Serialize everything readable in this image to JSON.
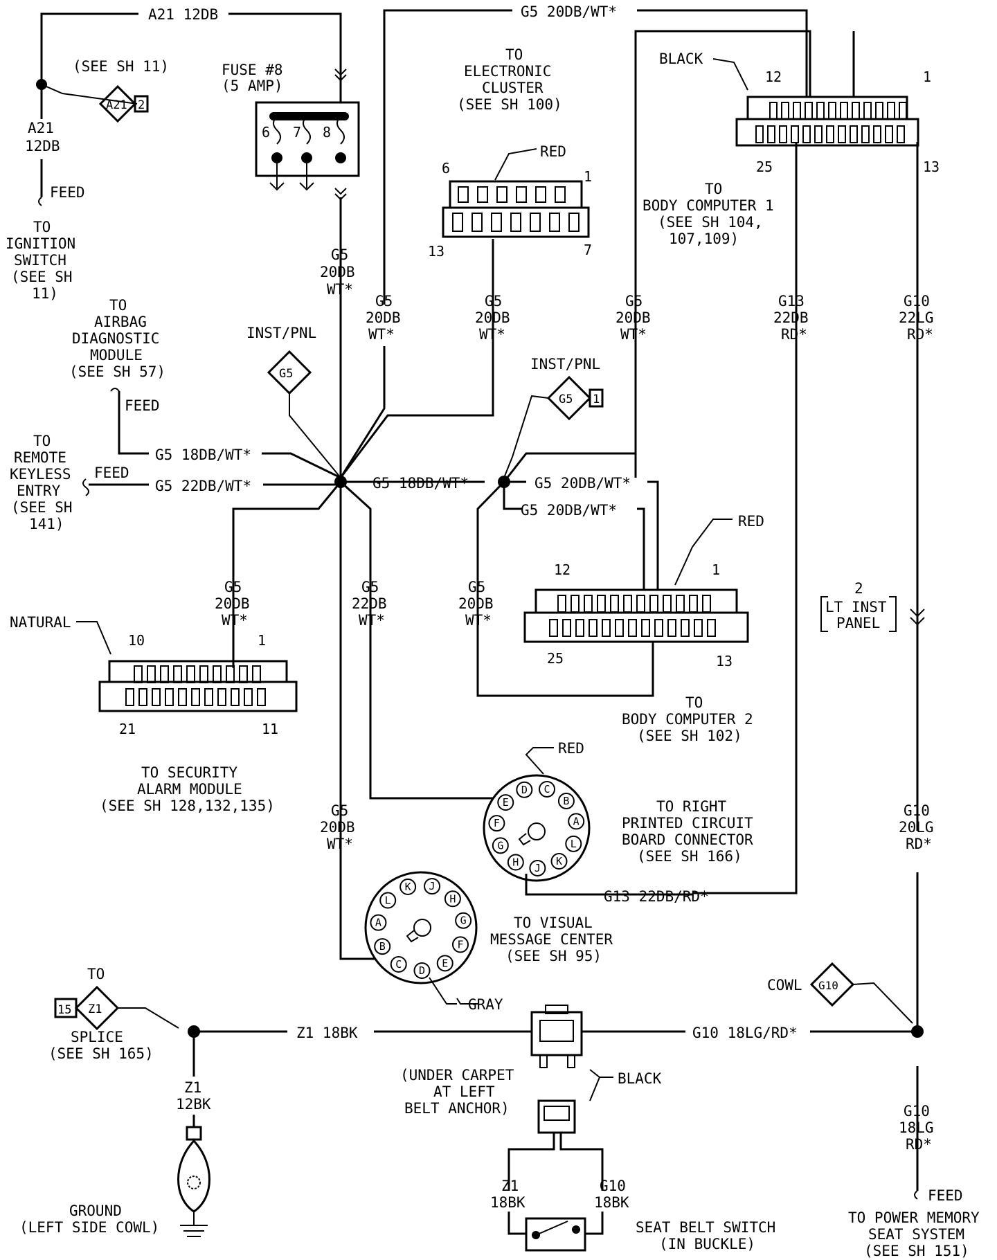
{
  "wires": {
    "a21_top": "A21 12DB",
    "g5_top": "G5 20DB/WT*",
    "a21_vert": [
      "A21",
      "12DB"
    ],
    "g5_fuse_vert": [
      "G5",
      "20DB",
      "WT*"
    ],
    "g5_ec_left": [
      "G5",
      "20DB",
      "WT*"
    ],
    "g5_ec_mid": [
      "G5",
      "20DB",
      "WT*"
    ],
    "g5_bc1": [
      "G5",
      "20DB",
      "WT*"
    ],
    "g13_vert": [
      "G13",
      "22DB",
      "RD*"
    ],
    "g10_upper": [
      "G10",
      "22LG",
      "RD*"
    ],
    "g5_18_airbag": "G5 18DB/WT*",
    "g5_22_rke": "G5 22DB/WT*",
    "g5_18_mid": "G5 18DB/WT*",
    "g5_20_right_a": "G5 20DB/WT*",
    "g5_20_right_b": "G5 20DB/WT*",
    "g5_sec": [
      "G5",
      "20DB",
      "WT*"
    ],
    "g5_22_pcb": [
      "G5",
      "22DB",
      "WT*"
    ],
    "g5_bc2": [
      "G5",
      "20DB",
      "WT*"
    ],
    "g5_vmc": [
      "G5",
      "20DB",
      "WT*"
    ],
    "g10_mid": [
      "G10",
      "20LG",
      "RD*"
    ],
    "g13_pcb": "G13 22DB/RD*",
    "z1_horiz": "Z1 18BK",
    "g10_horiz": "G10 18LG/RD*",
    "z1_ground": [
      "Z1",
      "12BK"
    ],
    "g10_lower": [
      "G10",
      "18LG",
      "RD*"
    ],
    "z1_switch": [
      "Z1",
      "18BK"
    ],
    "g10_switch": [
      "G10",
      "18BK"
    ]
  },
  "connectors": {
    "a21": {
      "id": "A21",
      "pin": "2"
    },
    "g5_left": {
      "id": "G5"
    },
    "g5_right": {
      "id": "G5",
      "pin": "1"
    },
    "g10": {
      "id": "G10"
    },
    "z1": {
      "id": "Z1",
      "pin": "15"
    },
    "inst_pnl_left": "INST/PNL",
    "inst_pnl_right": "INST/PNL",
    "cowl": "COWL",
    "lt_inst_panel": {
      "num": "2",
      "lines": [
        "LT INST",
        "PANEL"
      ]
    },
    "see_sh11": "(SEE SH 11)"
  },
  "fuse": {
    "title": "FUSE #8",
    "rating": "(5 AMP)",
    "pins": [
      "6",
      "7",
      "8"
    ]
  },
  "components": {
    "ignition": [
      "TO",
      "IGNITION",
      "SWITCH",
      "(SEE SH",
      "11)"
    ],
    "electronic_cluster": [
      "TO",
      "ELECTRONIC",
      "CLUSTER",
      "(SEE SH 100)"
    ],
    "body_computer1": [
      "TO",
      "BODY COMPUTER 1",
      "(SEE SH 104,",
      "107,109)"
    ],
    "airbag": [
      "TO",
      "AIRBAG",
      "DIAGNOSTIC",
      "MODULE",
      "(SEE SH 57)"
    ],
    "rke": [
      "TO",
      "REMOTE",
      "KEYLESS",
      "ENTRY",
      "(SEE SH",
      "141)"
    ],
    "security": [
      "TO SECURITY",
      "ALARM MODULE",
      "(SEE SH 128,132,135)"
    ],
    "body_computer2": [
      "TO",
      "BODY COMPUTER 2",
      "(SEE SH 102)"
    ],
    "pcb": [
      "TO RIGHT",
      "PRINTED CIRCUIT",
      "BOARD CONNECTOR",
      "(SEE SH 166)"
    ],
    "vmc": [
      "TO VISUAL",
      "MESSAGE CENTER",
      "(SEE SH 95)"
    ],
    "splice": [
      "SPLICE",
      "(SEE SH 165)"
    ],
    "splice_to": "TO",
    "ground": [
      "GROUND",
      "(LEFT SIDE COWL)"
    ],
    "under_carpet": [
      "(UNDER CARPET",
      "AT LEFT",
      "BELT ANCHOR)"
    ],
    "seat_belt": [
      "SEAT BELT SWITCH",
      "(IN BUCKLE)"
    ],
    "power_seat": [
      "TO POWER MEMORY",
      "SEAT SYSTEM",
      "(SEE SH 151)"
    ]
  },
  "labels": {
    "feed": "FEED",
    "black": "BLACK",
    "red": "RED",
    "natural": "NATURAL",
    "gray": "GRAY"
  },
  "pins": {
    "bc1": [
      "12",
      "1",
      "25",
      "13"
    ],
    "ec": [
      "6",
      "1",
      "13",
      "7"
    ],
    "bc2": [
      "12",
      "1",
      "25",
      "13"
    ],
    "sec": [
      "10",
      "1",
      "21",
      "11"
    ]
  },
  "cavities": {
    "pcb": [
      "C",
      "B",
      "A",
      "L",
      "K",
      "J",
      "H",
      "G",
      "F",
      "E",
      "D"
    ],
    "vmc": [
      "J",
      "H",
      "G",
      "F",
      "E",
      "D",
      "C",
      "B",
      "A",
      "L",
      "K"
    ]
  }
}
